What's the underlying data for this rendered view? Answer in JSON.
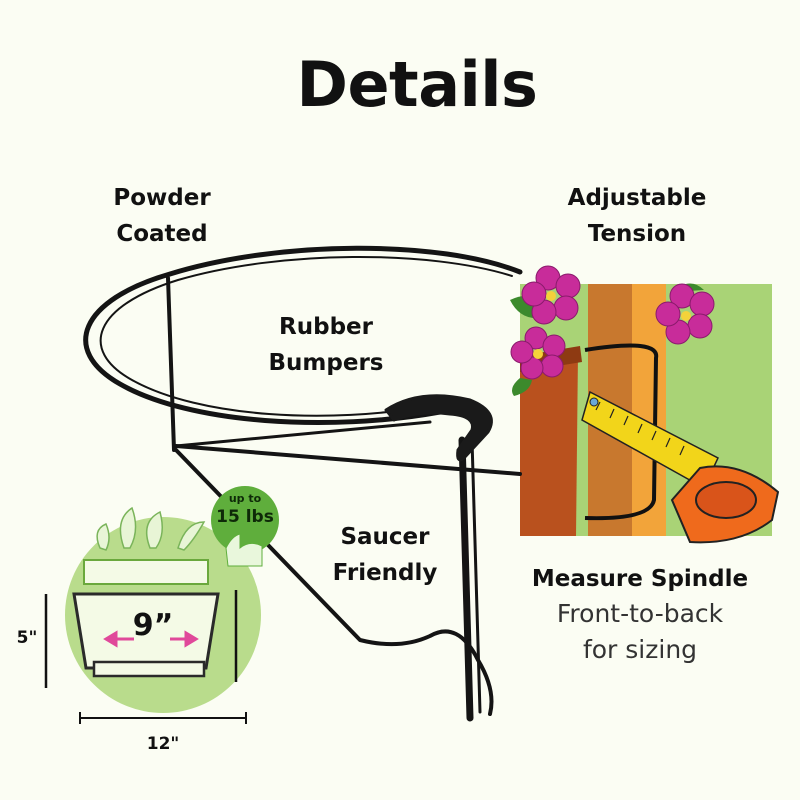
{
  "title": "Details",
  "features": {
    "powder_coated": [
      "Powder",
      "Coated"
    ],
    "adjustable_tension": [
      "Adjustable",
      "Tension"
    ],
    "rubber_bumpers": [
      "Rubber",
      "Bumpers"
    ],
    "saucer_friendly": [
      "Saucer",
      "Friendly"
    ]
  },
  "measure": {
    "heading": "Measure Spindle",
    "line1": "Front-to-back",
    "line2": "for sizing"
  },
  "pot_diagram": {
    "capacity_prefix": "up to",
    "capacity_value": "15 lbs",
    "inner_width": "9”",
    "height": "5\"",
    "outer_width": "12\""
  },
  "colors": {
    "wire": "#141414",
    "bumper": "#1a1a1a",
    "pot_green": "#a5d37a",
    "pot_outline": "#2a2a2a",
    "arrow_pink": "#e0489a",
    "flower_magenta": "#c82c9a",
    "pot_terracotta": "#b9511e",
    "spindle_orange": "#e8962e",
    "tape_yellow": "#f2d51a"
  }
}
